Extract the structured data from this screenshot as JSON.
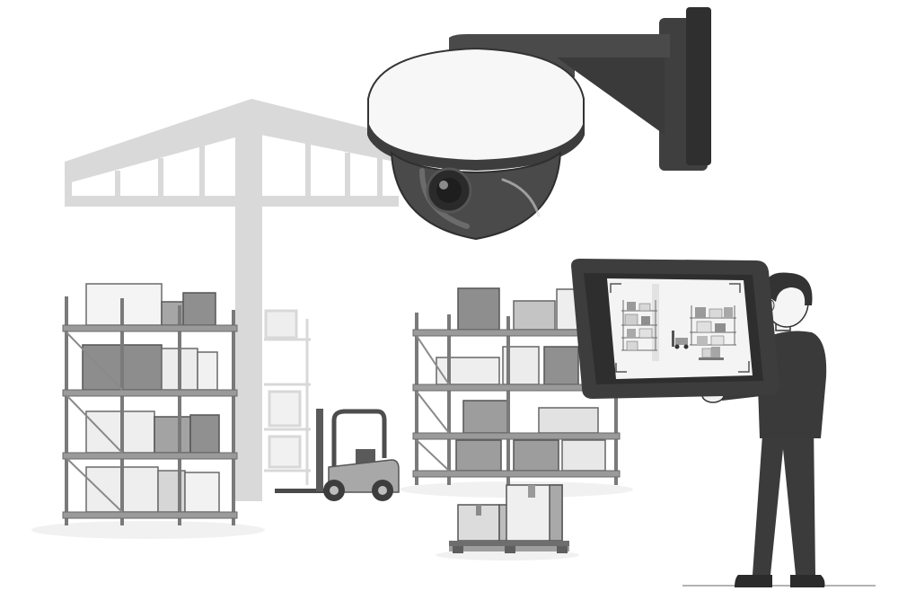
{
  "scene": {
    "background": "#ffffff",
    "palette": {
      "dark": "#3d3d3d",
      "mid": "#8c8c8c",
      "light": "#d6d6d6",
      "faint": "#ececec",
      "paper": "#f6f6f6",
      "skin": "#f2f2f2",
      "outline": "#333333"
    },
    "objects": [
      "warehouse-frame",
      "wall-mounted-dome-camera",
      "storage-racks-with-boxes",
      "forklift",
      "pallet-with-boxes",
      "security-worker-with-tablet"
    ],
    "tablet_view": "live-camera-feed-of-warehouse-racks"
  }
}
